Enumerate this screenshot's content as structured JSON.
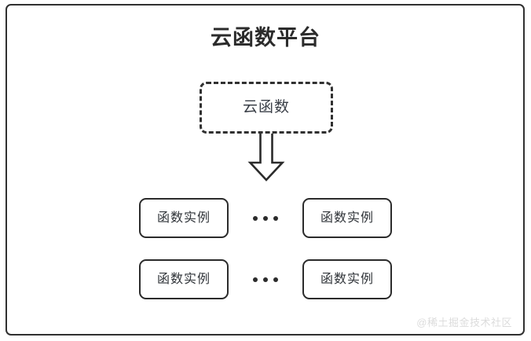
{
  "diagram": {
    "type": "architecture-diagram",
    "title": "云函数平台",
    "background_color": "#ffffff",
    "stroke_color": "#2b2b2b",
    "container": {
      "label": "云函数平台",
      "border_style": "solid",
      "border_color": "#303030"
    },
    "source_node": {
      "label": "云函数",
      "border_style": "dashed",
      "border_color": "#303030",
      "shape": "rounded-rect"
    },
    "connector": {
      "kind": "block-arrow",
      "direction": "down",
      "from": "云函数",
      "to": "函数实例",
      "color": "#2b2b2b"
    },
    "instance_rows": [
      {
        "left": {
          "label": "函数实例"
        },
        "separator": {
          "label": "•••",
          "kind": "ellipsis",
          "dot_count": 3
        },
        "right": {
          "label": "函数实例"
        }
      },
      {
        "left": {
          "label": "函数实例"
        },
        "separator": {
          "label": "•••",
          "kind": "ellipsis",
          "dot_count": 3
        },
        "right": {
          "label": "函数实例"
        }
      }
    ],
    "watermark": {
      "text": "@稀土掘金技术社区",
      "color": "#dcdcdc"
    }
  }
}
